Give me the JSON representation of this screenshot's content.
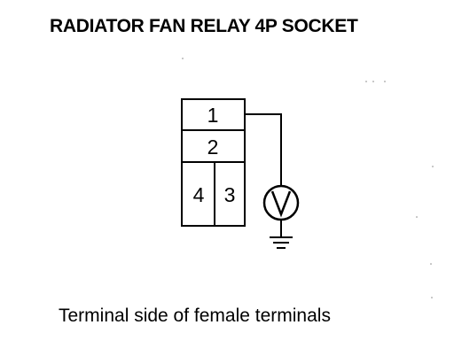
{
  "title": "RADIATOR FAN RELAY 4P SOCKET",
  "caption": "Terminal side of female terminals",
  "connector": {
    "terminals": [
      {
        "id": "1",
        "label": "1"
      },
      {
        "id": "2",
        "label": "2"
      },
      {
        "id": "4",
        "label": "4"
      },
      {
        "id": "3",
        "label": "3"
      }
    ]
  },
  "meter": {
    "symbol": "V",
    "icon": "voltmeter-icon"
  },
  "ground": {
    "icon": "ground-icon"
  }
}
